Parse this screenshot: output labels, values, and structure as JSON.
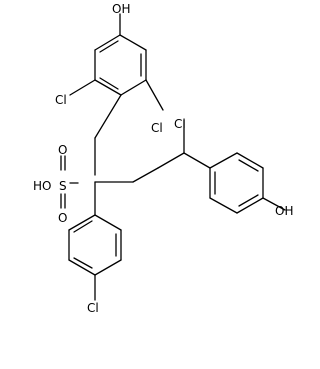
{
  "molecule": {
    "labels": {
      "oh_top": "OH",
      "cl_top_left": "Cl",
      "cl_top_right": "Cl",
      "cl_right_ring": "Cl",
      "oh_right": "OH",
      "ho_sulfonic": "HO",
      "s": "S",
      "o_upper": "O",
      "o_lower": "O",
      "cl_bottom": "Cl"
    },
    "colors": {
      "bond": "#000000",
      "text": "#000000",
      "background": "#ffffff"
    }
  }
}
